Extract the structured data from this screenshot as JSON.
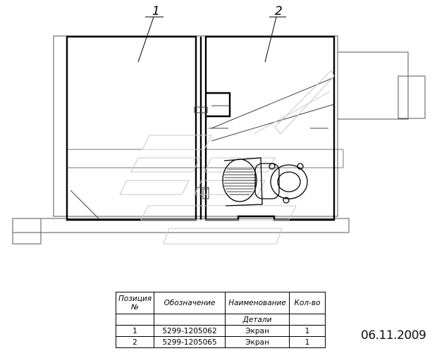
{
  "drawing": {
    "callouts": [
      "1",
      "2"
    ]
  },
  "table": {
    "headers": {
      "position": "Позиция №",
      "designation": "Обозначение",
      "name": "Наименование",
      "quantity": "Кол-во"
    },
    "section_label": "Детали",
    "rows": [
      {
        "position": "1",
        "designation": "5299-1205062",
        "name": "Экран",
        "quantity": "1"
      },
      {
        "position": "2",
        "designation": "5299-1205065",
        "name": "Экран",
        "quantity": "1"
      }
    ]
  },
  "date": "06.11.2009"
}
